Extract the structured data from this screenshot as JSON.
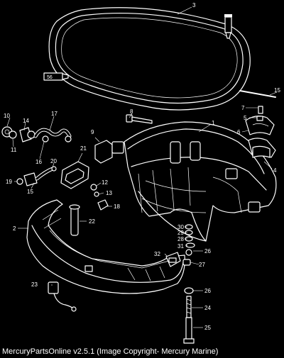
{
  "caption": "MercuryPartsOnline v2.5.1 (Image Copyright- Mercury Marine)",
  "callouts": {
    "c1": "1",
    "c2": "2",
    "c3": "3",
    "c4": "4",
    "c5": "5",
    "c6": "6",
    "c7": "7",
    "c8": "8",
    "c9": "9",
    "c10": "10",
    "c11": "11",
    "c12": "12",
    "c13": "13",
    "c14": "14",
    "c15a": "15",
    "c15b": "15",
    "c16": "16",
    "c17": "17",
    "c18": "18",
    "c19": "19",
    "c20": "20",
    "c21": "21",
    "c22": "22",
    "c23": "23",
    "c24": "24",
    "c25": "25",
    "c26a": "26",
    "c26b": "26",
    "c27": "27",
    "c28": "28",
    "c29": "29",
    "c30": "30",
    "c31": "31",
    "c32": "32"
  },
  "tube_label": "56"
}
